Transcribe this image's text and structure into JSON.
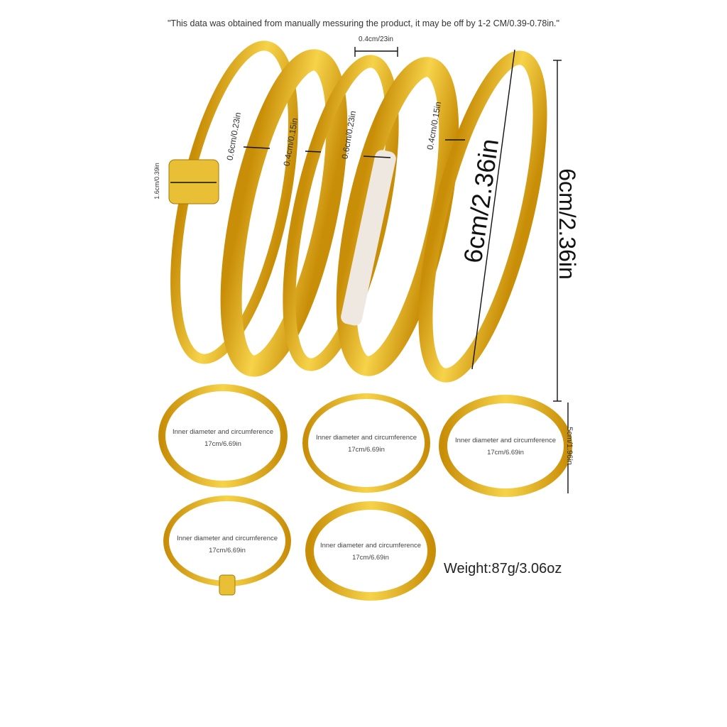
{
  "disclaimer": "\"This data was obtained from manually messuring the product, it may be off by 1-2 CM/0.39-0.78in.\"",
  "measurements": {
    "top_width": "0.4cm/23in",
    "bracelet1_width": "1.6cm/0.39in",
    "bracelet2_width": "0.6cm/0.23in",
    "bracelet3_width": "0.4cm/0.15in",
    "bracelet4_width": "0.6cm/0.23in",
    "bracelet5_width": "0.4cm/0.15in",
    "diagonal_height": "6cm/2.36in",
    "height": "6cm/2.36in",
    "side_height": "5cm/1.96in"
  },
  "inner_labels": [
    {
      "title": "Inner diameter and circumference",
      "value": "17cm/6.69in"
    },
    {
      "title": "Inner diameter and circumference",
      "value": "17cm/6.69in"
    },
    {
      "title": "Inner diameter and circumference",
      "value": "17cm/6.69in"
    },
    {
      "title": "Inner diameter and circumference",
      "value": "17cm/6.69in"
    },
    {
      "title": "Inner diameter and circumference",
      "value": "17cm/6.69in"
    }
  ],
  "weight": "Weight:87g/3.06oz",
  "colors": {
    "gold": "#e8b51c",
    "gold_dark": "#c8900a",
    "pearl": "#efe8e0"
  }
}
